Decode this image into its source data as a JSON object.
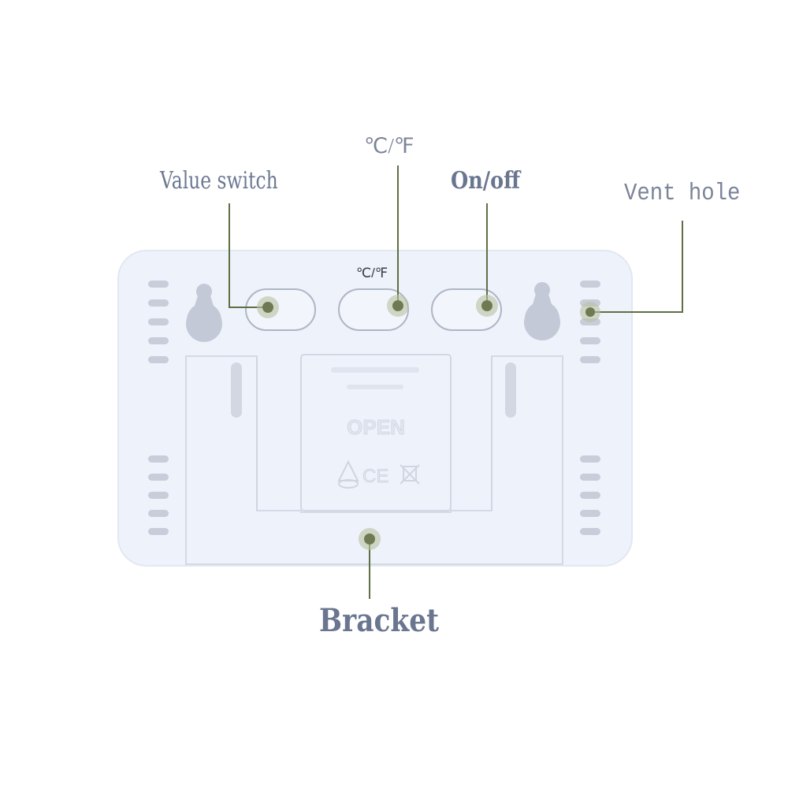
{
  "labels": {
    "value_switch": "Value switch",
    "temp_unit": "℃/℉",
    "on_off": "On/off",
    "vent_hole": "Vent hole",
    "bracket": "Bracket"
  },
  "device": {
    "button_label": "℃/℉",
    "battery_cover_text": "OPEN",
    "cert_marks": "CE"
  },
  "colors": {
    "device_body": "#edf1fb",
    "device_outline": "#dde2ee",
    "leader_line": "#5f6f45",
    "marker_dot": "#6e7a52",
    "label_text": "#6a7690"
  }
}
